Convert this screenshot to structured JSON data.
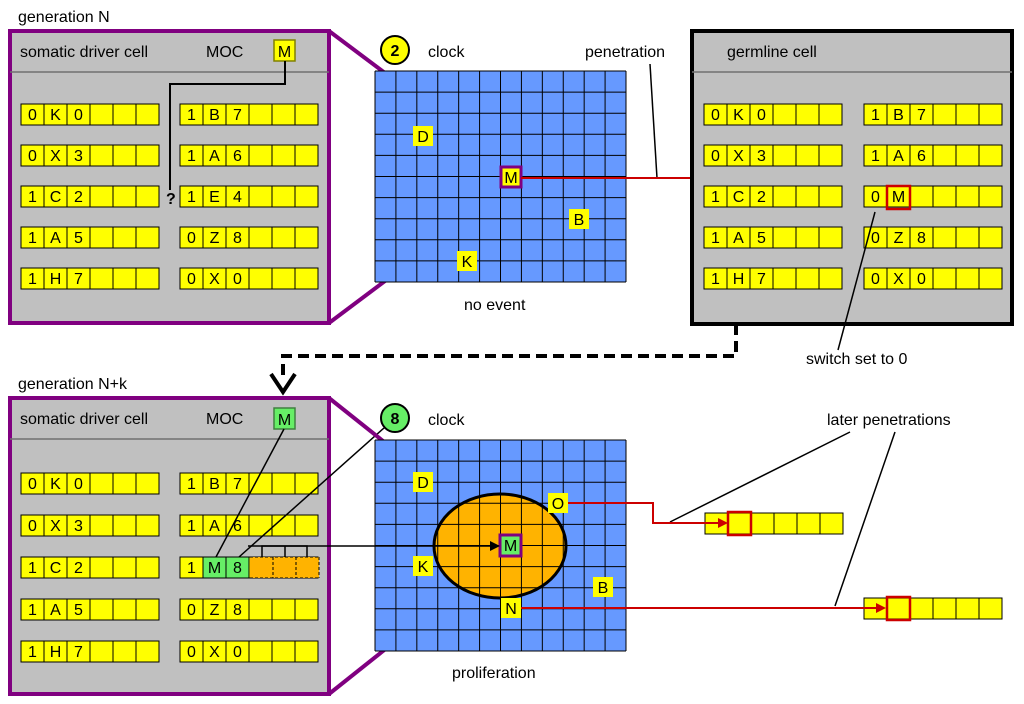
{
  "top": {
    "generation_label": "generation N",
    "somatic_title": "somatic driver cell",
    "moc_label": "MOC",
    "moc_value": "M",
    "question_mark": "?",
    "clock_value": "2",
    "clock_label": "clock",
    "penetration_label": "penetration",
    "germline_title": "germline cell",
    "grid_letters": [
      "D",
      "M",
      "B",
      "K"
    ],
    "event_label": "no event",
    "switch_label": "switch set to 0",
    "somatic_rows": [
      [
        "0",
        "K",
        "0",
        "",
        "",
        ""
      ],
      [
        "0",
        "X",
        "3",
        "",
        "",
        ""
      ],
      [
        "1",
        "C",
        "2",
        "",
        "",
        ""
      ],
      [
        "1",
        "A",
        "5",
        "",
        "",
        ""
      ],
      [
        "1",
        "H",
        "7",
        "",
        "",
        ""
      ]
    ],
    "somatic_rows_right": [
      [
        "1",
        "B",
        "7",
        "",
        "",
        ""
      ],
      [
        "1",
        "A",
        "6",
        "",
        "",
        ""
      ],
      [
        "1",
        "E",
        "4",
        "",
        "",
        ""
      ],
      [
        "0",
        "Z",
        "8",
        "",
        "",
        ""
      ],
      [
        "0",
        "X",
        "0",
        "",
        "",
        ""
      ]
    ],
    "germline_rows": [
      [
        "0",
        "K",
        "0",
        "",
        "",
        ""
      ],
      [
        "0",
        "X",
        "3",
        "",
        "",
        ""
      ],
      [
        "1",
        "C",
        "2",
        "",
        "",
        ""
      ],
      [
        "1",
        "A",
        "5",
        "",
        "",
        ""
      ],
      [
        "1",
        "H",
        "7",
        "",
        "",
        ""
      ]
    ],
    "germline_rows_right": [
      [
        "1",
        "B",
        "7",
        "",
        "",
        ""
      ],
      [
        "1",
        "A",
        "6",
        "",
        "",
        ""
      ],
      [
        "0",
        "M",
        "",
        "",
        "",
        ""
      ],
      [
        "0",
        "Z",
        "8",
        "",
        "",
        ""
      ],
      [
        "0",
        "X",
        "0",
        "",
        "",
        ""
      ]
    ]
  },
  "bottom": {
    "generation_label": "generation N+k",
    "somatic_title": "somatic driver cell",
    "moc_label": "MOC",
    "moc_value": "M",
    "clock_value": "8",
    "clock_label": "clock",
    "later_label": "later penetrations",
    "grid_letters": [
      "D",
      "O",
      "M",
      "K",
      "B",
      "N"
    ],
    "event_label": "proliferation",
    "somatic_rows": [
      [
        "0",
        "K",
        "0",
        "",
        "",
        ""
      ],
      [
        "0",
        "X",
        "3",
        "",
        "",
        ""
      ],
      [
        "1",
        "C",
        "2",
        "",
        "",
        ""
      ],
      [
        "1",
        "A",
        "5",
        "",
        "",
        ""
      ],
      [
        "1",
        "H",
        "7",
        "",
        "",
        ""
      ]
    ],
    "somatic_rows_right": [
      [
        "1",
        "B",
        "7",
        "",
        "",
        ""
      ],
      [
        "1",
        "A",
        "6",
        "",
        "",
        ""
      ],
      [
        "1",
        "M",
        "8",
        "",
        "",
        ""
      ],
      [
        "0",
        "Z",
        "8",
        "",
        "",
        ""
      ],
      [
        "0",
        "X",
        "0",
        "",
        "",
        ""
      ]
    ]
  },
  "colors": {
    "purple": "#800080",
    "yellow": "#ffff00",
    "green": "#66ee66",
    "orange": "#ffb300",
    "grid_blue": "#6699ff",
    "red": "#cc0000",
    "gray": "#c0c0c0"
  }
}
